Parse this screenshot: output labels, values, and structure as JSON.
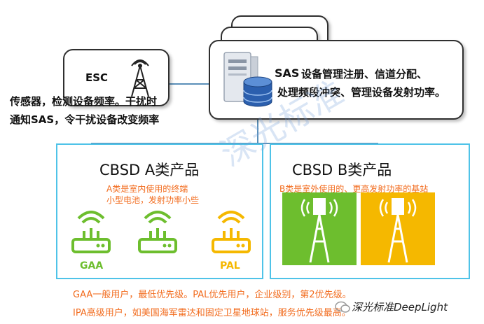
{
  "esc": {
    "label": "ESC",
    "description_line1": "传感器，检测设备频率。干扰时",
    "description_line2": "通知SAS，令干扰设备改变频率"
  },
  "sas": {
    "label": "SAS",
    "description_line1": "设备管理注册、信道分配、",
    "description_line2": "处理频段冲突、管理设备发射功率。"
  },
  "category_a": {
    "title": "CBSD A类产品",
    "note_line1": "A类是室内使用的终端",
    "note_line2": "小型电池，发射功率小些",
    "devices": [
      {
        "label": "GAA",
        "color": "#6dbe2e"
      },
      {
        "label": "",
        "color": "#6dbe2e"
      },
      {
        "label": "PAL",
        "color": "#f5b800"
      }
    ]
  },
  "category_b": {
    "title": "CBSD B类产品",
    "note": "B类是室外使用的、更高发射功率的基站",
    "devices": [
      {
        "label": "",
        "color": "#6dbe2e"
      },
      {
        "label": "",
        "color": "#f5b800"
      }
    ]
  },
  "footer": {
    "line1": "GAA一般用户，最低优先级。PAL优先用户，企业级别，第2优先级。",
    "line2": "IPA高级用户，如美国海军雷达和固定卫星地球站，服务优先级最高。"
  },
  "watermark": {
    "text": "深光标准",
    "brand": "深光标准DeepLight"
  },
  "colors": {
    "accent_border": "#4fc3e8",
    "note_orange": "#f26b1d",
    "gaa_green": "#6dbe2e",
    "pal_yellow": "#f5b800",
    "connector": "#5a8fb8"
  }
}
